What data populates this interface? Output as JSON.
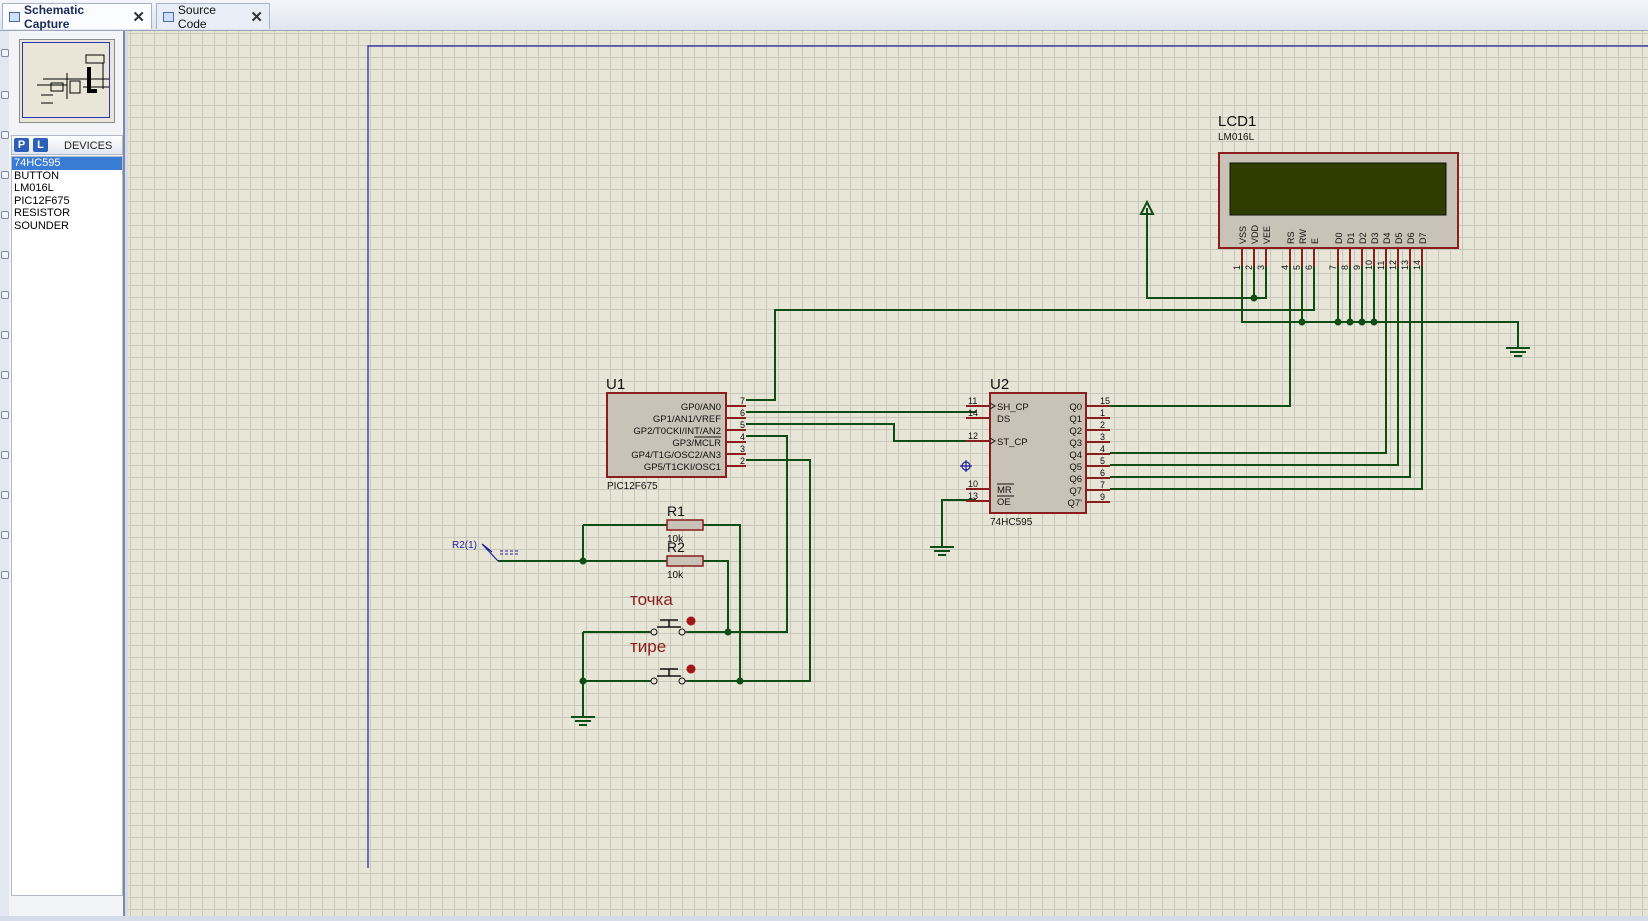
{
  "tabs": [
    {
      "label": "Schematic Capture",
      "active": true
    },
    {
      "label": "Source Code",
      "active": false
    }
  ],
  "devices": {
    "title": "DEVICES",
    "p_label": "P",
    "l_label": "L",
    "items": [
      "74HC595",
      "BUTTON",
      "LM016L",
      "PIC12F675",
      "RESISTOR",
      "SOUNDER"
    ],
    "selected": "74HC595"
  },
  "schematic": {
    "lcd": {
      "ref": "LCD1",
      "part": "LM016L",
      "pin_names": [
        "VSS",
        "VDD",
        "VEE",
        "RS",
        "RW",
        "E",
        "D0",
        "D1",
        "D2",
        "D3",
        "D4",
        "D5",
        "D6",
        "D7"
      ],
      "pin_numbers": [
        "1",
        "2",
        "3",
        "4",
        "5",
        "6",
        "7",
        "8",
        "9",
        "10",
        "11",
        "12",
        "13",
        "14"
      ]
    },
    "u1": {
      "ref": "U1",
      "part": "PIC12F675",
      "pins": [
        {
          "name": "GP0/AN0",
          "num": "7"
        },
        {
          "name": "GP1/AN1/VREF",
          "num": "6"
        },
        {
          "name": "GP2/T0CKI/INT/AN2",
          "num": "5"
        },
        {
          "name": "GP3/MCLR",
          "num": "4"
        },
        {
          "name": "GP4/T1G/OSC2/AN3",
          "num": "3"
        },
        {
          "name": "GP5/T1CKI/OSC1",
          "num": "2"
        }
      ]
    },
    "u2": {
      "ref": "U2",
      "part": "74HC595",
      "left_pins": [
        {
          "name": "SH_CP",
          "num": "11"
        },
        {
          "name": "DS",
          "num": "14"
        },
        {
          "name": "ST_CP",
          "num": "12"
        },
        {
          "name": "MR",
          "num": "10"
        },
        {
          "name": "OE",
          "num": "13"
        }
      ],
      "right_pins": [
        {
          "name": "Q0",
          "num": "15"
        },
        {
          "name": "Q1",
          "num": "1"
        },
        {
          "name": "Q2",
          "num": "2"
        },
        {
          "name": "Q3",
          "num": "3"
        },
        {
          "name": "Q4",
          "num": "4"
        },
        {
          "name": "Q5",
          "num": "5"
        },
        {
          "name": "Q6",
          "num": "6"
        },
        {
          "name": "Q7",
          "num": "7"
        },
        {
          "name": "Q7'",
          "num": "9"
        }
      ]
    },
    "r1": {
      "ref": "R1",
      "value": "10k"
    },
    "r2": {
      "ref": "R2",
      "value": "10k"
    },
    "terminal": {
      "label": "R2(1)"
    },
    "button_dot": {
      "label": "точка"
    },
    "button_dash": {
      "label": "тире"
    }
  }
}
